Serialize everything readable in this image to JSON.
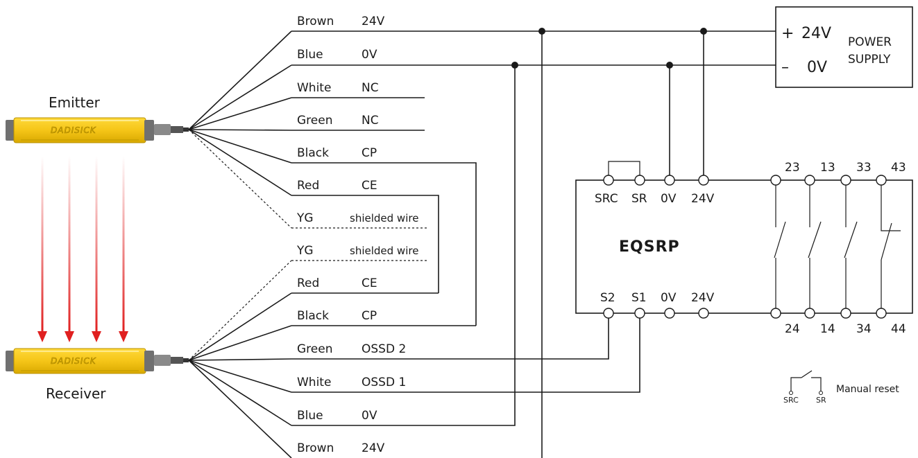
{
  "emitter": {
    "label": "Emitter",
    "brand": "DADISICK",
    "wires": [
      {
        "color": "Brown",
        "signal": "24V"
      },
      {
        "color": "Blue",
        "signal": "0V"
      },
      {
        "color": "White",
        "signal": "NC"
      },
      {
        "color": "Green",
        "signal": "NC"
      },
      {
        "color": "Black",
        "signal": "CP"
      },
      {
        "color": "Red",
        "signal": "CE"
      },
      {
        "color": "YG",
        "signal": "shielded wire"
      }
    ]
  },
  "receiver": {
    "label": "Receiver",
    "brand": "DADISICK",
    "wires": [
      {
        "color": "YG",
        "signal": "shielded wire"
      },
      {
        "color": "Red",
        "signal": "CE"
      },
      {
        "color": "Black",
        "signal": "CP"
      },
      {
        "color": "Green",
        "signal": "OSSD 2"
      },
      {
        "color": "White",
        "signal": "OSSD 1"
      },
      {
        "color": "Blue",
        "signal": "0V"
      },
      {
        "color": "Brown",
        "signal": "24V"
      }
    ]
  },
  "power_supply": {
    "plus": "+",
    "plus_value": "24V",
    "minus": "–",
    "minus_value": "0V",
    "title_line1": "POWER",
    "title_line2": "SUPPLY"
  },
  "relay": {
    "name": "EQSRP",
    "top_terminals": [
      "SRC",
      "SR",
      "0V",
      "24V"
    ],
    "bottom_terminals": [
      "S2",
      "S1",
      "0V",
      "24V"
    ],
    "contacts_top": [
      "23",
      "13",
      "33",
      "43"
    ],
    "contacts_bottom": [
      "24",
      "14",
      "34",
      "44"
    ]
  },
  "manual_reset": {
    "label": "Manual reset",
    "left_pin": "SRC",
    "right_pin": "SR"
  },
  "colors": {
    "sensor_body": "#f5c518",
    "sensor_edge": "#c9a000",
    "beam": "#e02020",
    "line": "#1a1a1a"
  },
  "icons": {
    "beam": "down-arrow-beam-icon",
    "switch": "normally-open-switch-icon"
  }
}
